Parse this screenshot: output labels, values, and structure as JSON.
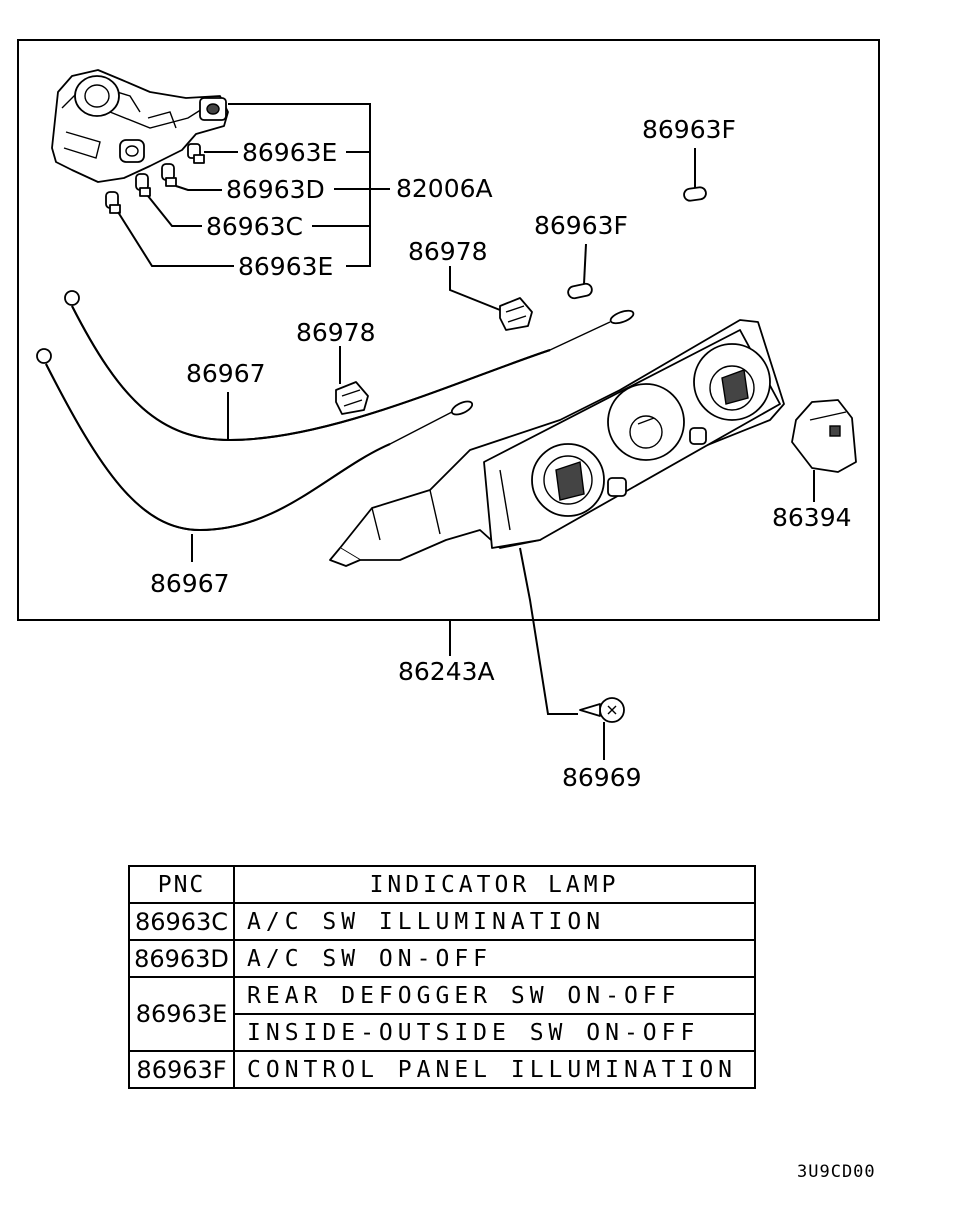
{
  "callouts": {
    "c_86963E_top": "86963E",
    "c_86963D": "86963D",
    "c_86963C": "86963C",
    "c_86963E_bottom": "86963E",
    "c_82006A": "82006A",
    "c_86963F_top": "86963F",
    "c_86963F_mid": "86963F",
    "c_86978_top": "86978",
    "c_86978_left": "86978",
    "c_86967_top": "86967",
    "c_86967_bottom": "86967",
    "c_86394": "86394",
    "c_86243A": "86243A",
    "c_86969": "86969"
  },
  "table": {
    "header_pnc": "PNC",
    "header_desc": "INDICATOR LAMP",
    "rows": [
      {
        "pnc": "86963C",
        "desc": "A/C SW ILLUMINATION"
      },
      {
        "pnc": "86963D",
        "desc": "A/C SW ON-OFF"
      },
      {
        "pnc": "86963E",
        "desc": "REAR DEFOGGER SW ON-OFF"
      },
      {
        "pnc": "",
        "desc": "INSIDE-OUTSIDE SW ON-OFF"
      },
      {
        "pnc": "86963F",
        "desc": "CONTROL PANEL ILLUMINATION"
      }
    ]
  },
  "footer": {
    "diagram_code": "3U9CD00"
  }
}
